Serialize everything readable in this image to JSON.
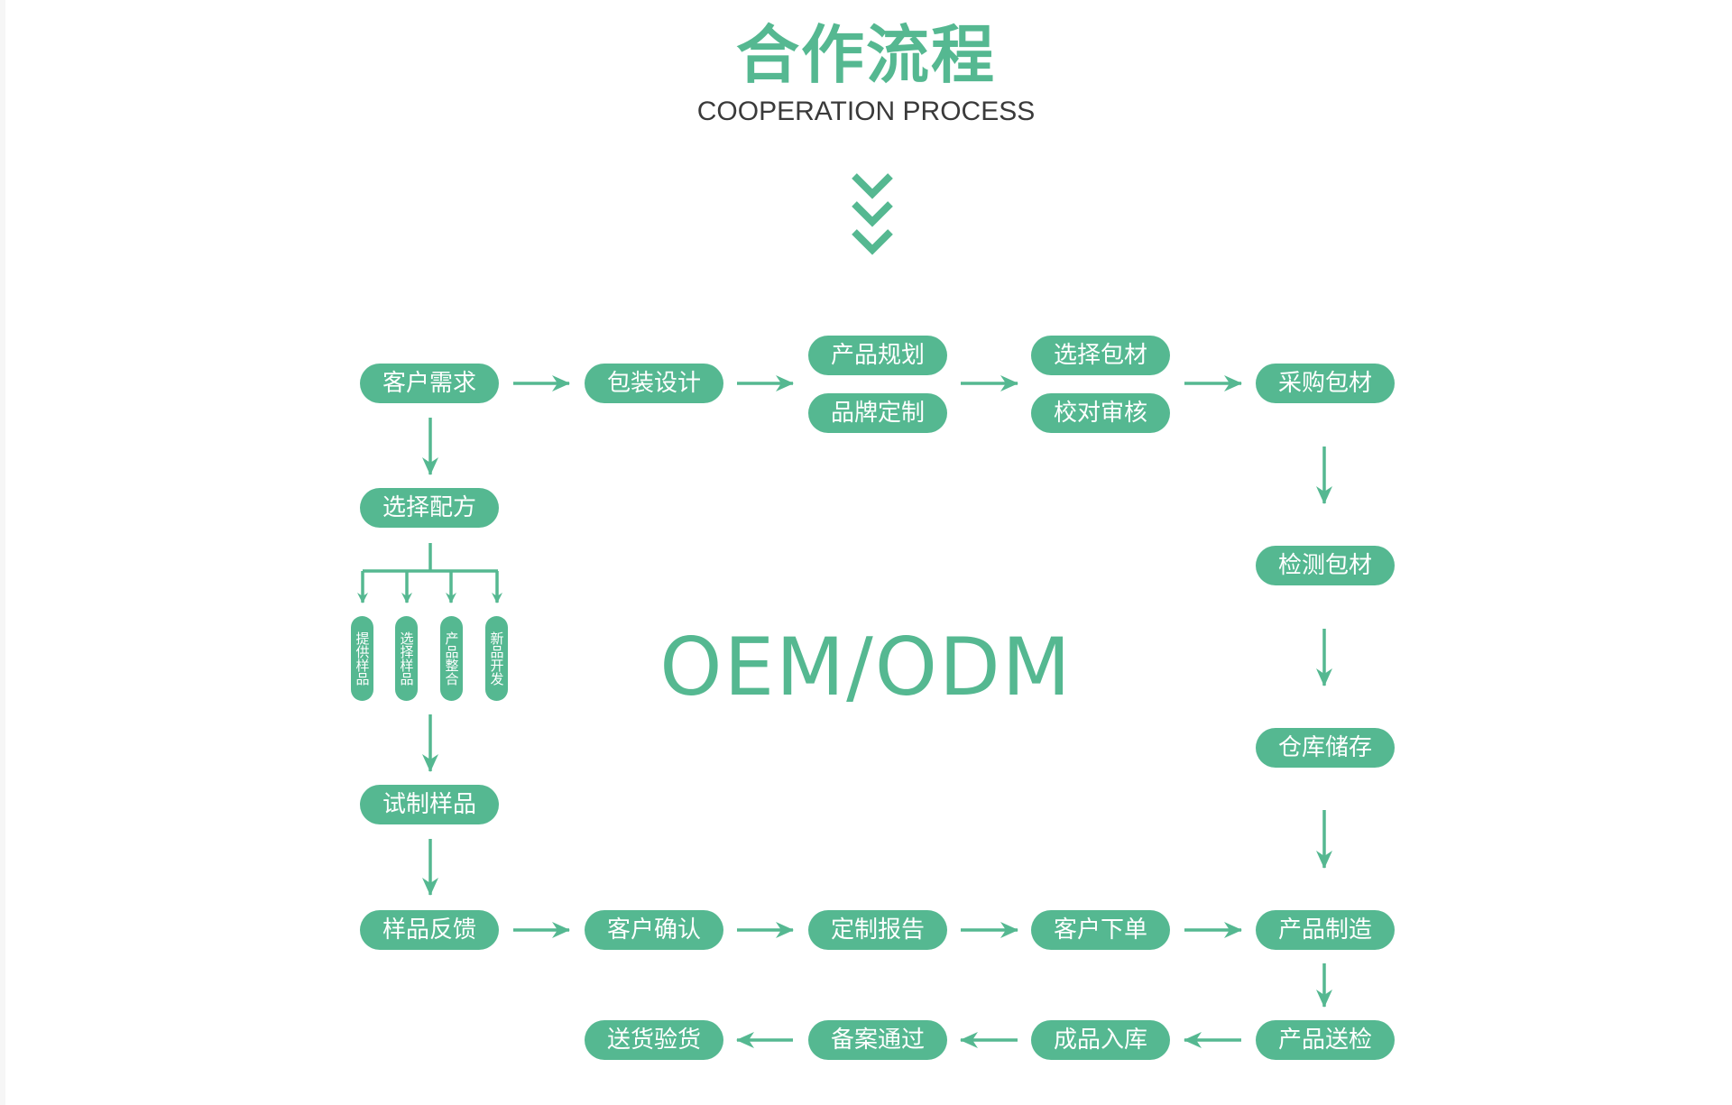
{
  "header": {
    "title": "合作流程",
    "subtitle": "COOPERATION PROCESS"
  },
  "center_label": "OEM/ODM",
  "colors": {
    "accent": "#55b891",
    "text_dark": "#3a3a3a",
    "pill_text": "#ffffff"
  },
  "flow": {
    "row1": {
      "customer_demand": "客户需求",
      "packaging_design": "包装设计",
      "product_planning": "产品规划",
      "brand_customization": "品牌定制",
      "select_packaging": "选择包材",
      "proofread_review": "校对审核",
      "purchase_packaging": "采购包材"
    },
    "left_column": {
      "select_formula": "选择配方",
      "options": [
        "提供样品",
        "选择样品",
        "产品整合",
        "新品开发"
      ],
      "trial_sample": "试制样品"
    },
    "right_column": {
      "inspect_packaging": "检测包材",
      "warehouse_storage": "仓库储存"
    },
    "row3": {
      "sample_feedback": "样品反馈",
      "customer_confirm": "客户确认",
      "custom_report": "定制报告",
      "customer_order": "客户下单",
      "product_manufacturing": "产品制造"
    },
    "row4": {
      "product_inspection": "产品送检",
      "finished_storage": "成品入库",
      "filing_approved": "备案通过",
      "delivery_acceptance": "送货验货"
    }
  }
}
